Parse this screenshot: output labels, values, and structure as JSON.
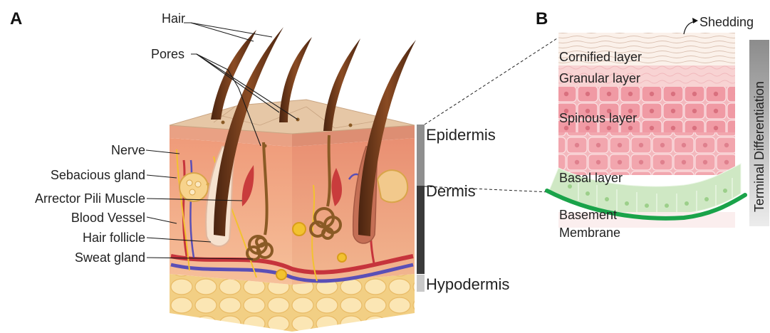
{
  "panels": {
    "a": "A",
    "b": "B"
  },
  "labels_a": {
    "hair": "Hair",
    "pores": "Pores",
    "nerve": "Nerve",
    "sebacious_gland": "Sebacious gland",
    "arrector_pili_muscle": "Arrector Pili Muscle",
    "blood_vessel": "Blood Vessel",
    "hair_follicle": "Hair follicle",
    "sweat_gland": "Sweat gland"
  },
  "layers_a": {
    "epidermis": "Epidermis",
    "dermis": "Dermis",
    "hypodermis": "Hypodermis"
  },
  "labels_b": {
    "shedding": "Shedding",
    "cornified": "Cornified layer",
    "granular": "Granular layer",
    "spinous": "Spinous layer",
    "basal": "Basal layer",
    "basement_line1": "Basement",
    "basement_line2": "Membrane",
    "terminal": "Terminal Differentiation"
  },
  "colors": {
    "membrane": "#1aa34a",
    "epidermis_bar": "#8f8f8f",
    "dermis_bar": "#3a3a3a",
    "hypodermis_bar": "#c9c9c9"
  }
}
